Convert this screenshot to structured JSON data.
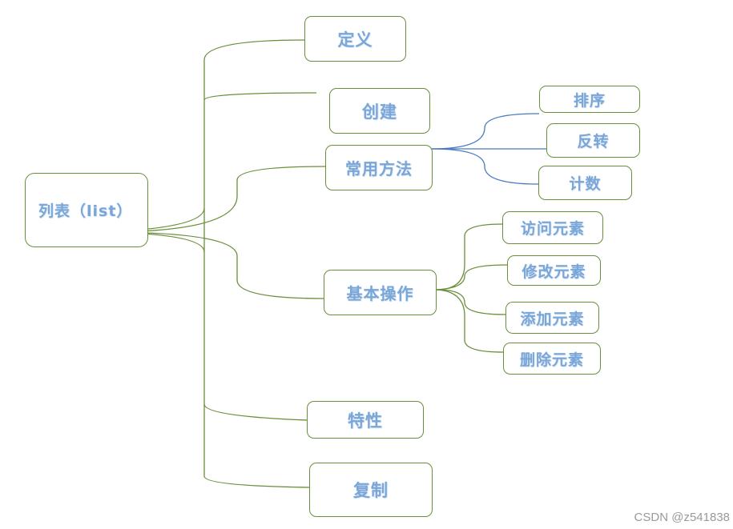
{
  "root": {
    "label": "列表（list）"
  },
  "nodes": {
    "definition": "定义",
    "create": "创建",
    "common_methods": "常用方法",
    "sort": "排序",
    "reverse": "反转",
    "count": "计数",
    "basic_ops": "基本操作",
    "access": "访问元素",
    "modify": "修改元素",
    "add": "添加元素",
    "delete": "删除元素",
    "features": "特性",
    "copy": "复制"
  },
  "watermark": "CSDN @z541838",
  "colors": {
    "border": "#6a8f3a",
    "text": "#7aa6d8",
    "blue_line": "#4a78c0"
  }
}
